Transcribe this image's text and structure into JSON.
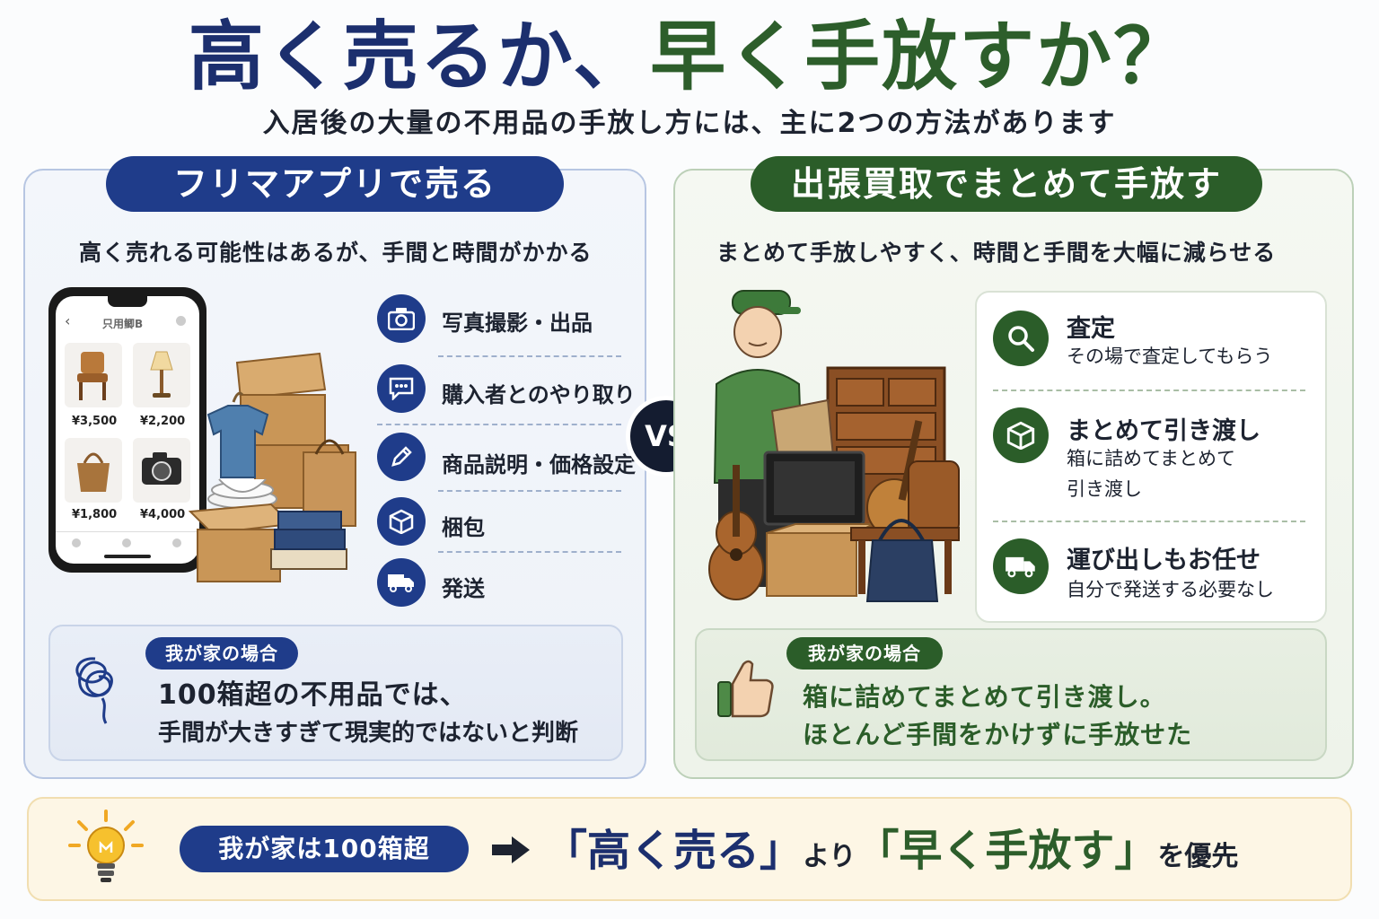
{
  "header": {
    "title_part1": "高く売るか、",
    "title_part2": "早く手放すか？",
    "subtitle": "入居後の大量の不用品の手放し方には、主に2つの方法があります"
  },
  "left": {
    "pill": "フリマアプリで売る",
    "lead": "高く売れる可能性はあるが、手間と時間がかかる",
    "phone": {
      "app_title": "只用鲫B",
      "prices": [
        "¥3,500",
        "¥2,200",
        "¥1,800",
        "¥4,000"
      ]
    },
    "steps": [
      {
        "label": "写真撮影・出品",
        "icon": "camera-icon"
      },
      {
        "label": "購入者とのやり取り",
        "icon": "chat-icon"
      },
      {
        "label": "商品説明・価格設定",
        "icon": "pencil-icon"
      },
      {
        "label": "梱包",
        "icon": "box-icon"
      },
      {
        "label": "発送",
        "icon": "truck-icon"
      }
    ],
    "case": {
      "tag": "我が家の場合",
      "line1": "100箱超の不用品では、",
      "line2": "手間が大きすぎて現実的ではないと判断"
    }
  },
  "vs": "VS",
  "right": {
    "pill": "出張買取でまとめて手放す",
    "lead": "まとめて手放しやすく、時間と手間を大幅に減らせる",
    "items": [
      {
        "title": "査定",
        "desc1": "その場で査定してもらう",
        "desc2": "",
        "icon": "magnifier-icon"
      },
      {
        "title": "まとめて引き渡し",
        "desc1": "箱に詰めてまとめて",
        "desc2": "引き渡し",
        "icon": "box-icon"
      },
      {
        "title": "運び出しもお任せ",
        "desc1": "自分で発送する必要なし",
        "desc2": "",
        "icon": "truck-icon"
      }
    ],
    "case": {
      "tag": "我が家の場合",
      "line1": "箱に詰めてまとめて引き渡し。",
      "line2": "ほとんど手間をかけずに手放せた"
    }
  },
  "bottom": {
    "pill": "我が家は100箱超",
    "part1": "「高く売る」",
    "part2": "より",
    "part3": "「早く手放す」",
    "part4": "を優先"
  },
  "colors": {
    "navy": "#1f3c8a",
    "green": "#2b5d29",
    "title_navy": "#1c2f6e",
    "title_green": "#2d5e2b"
  }
}
